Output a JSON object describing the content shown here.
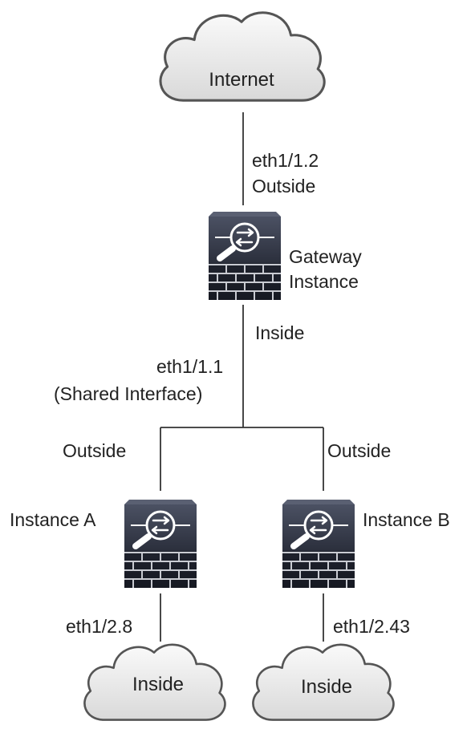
{
  "clouds": {
    "internet": "Internet",
    "inside_a": "Inside",
    "inside_b": "Inside"
  },
  "gateway": {
    "interface_top": "eth1/1.2",
    "interface_top_role": "Outside",
    "name_line1": "Gateway",
    "name_line2": "Instance",
    "inside_label": "Inside"
  },
  "shared": {
    "interface": "eth1/1.1",
    "note": "(Shared Interface)"
  },
  "instance_a": {
    "name": "Instance A",
    "outside_label": "Outside",
    "interface": "eth1/2.8"
  },
  "instance_b": {
    "name": "Instance B",
    "outside_label": "Outside",
    "interface": "eth1/2.43"
  },
  "colors": {
    "line": "#333333",
    "device_top": "#3a3f4e",
    "device_body": "#1e2230",
    "brick_line": "#c9cbd2",
    "cloud_fill": "#eeeeee",
    "cloud_stroke": "#555555"
  },
  "icons": [
    "cloud-icon",
    "firewall-device-icon"
  ]
}
